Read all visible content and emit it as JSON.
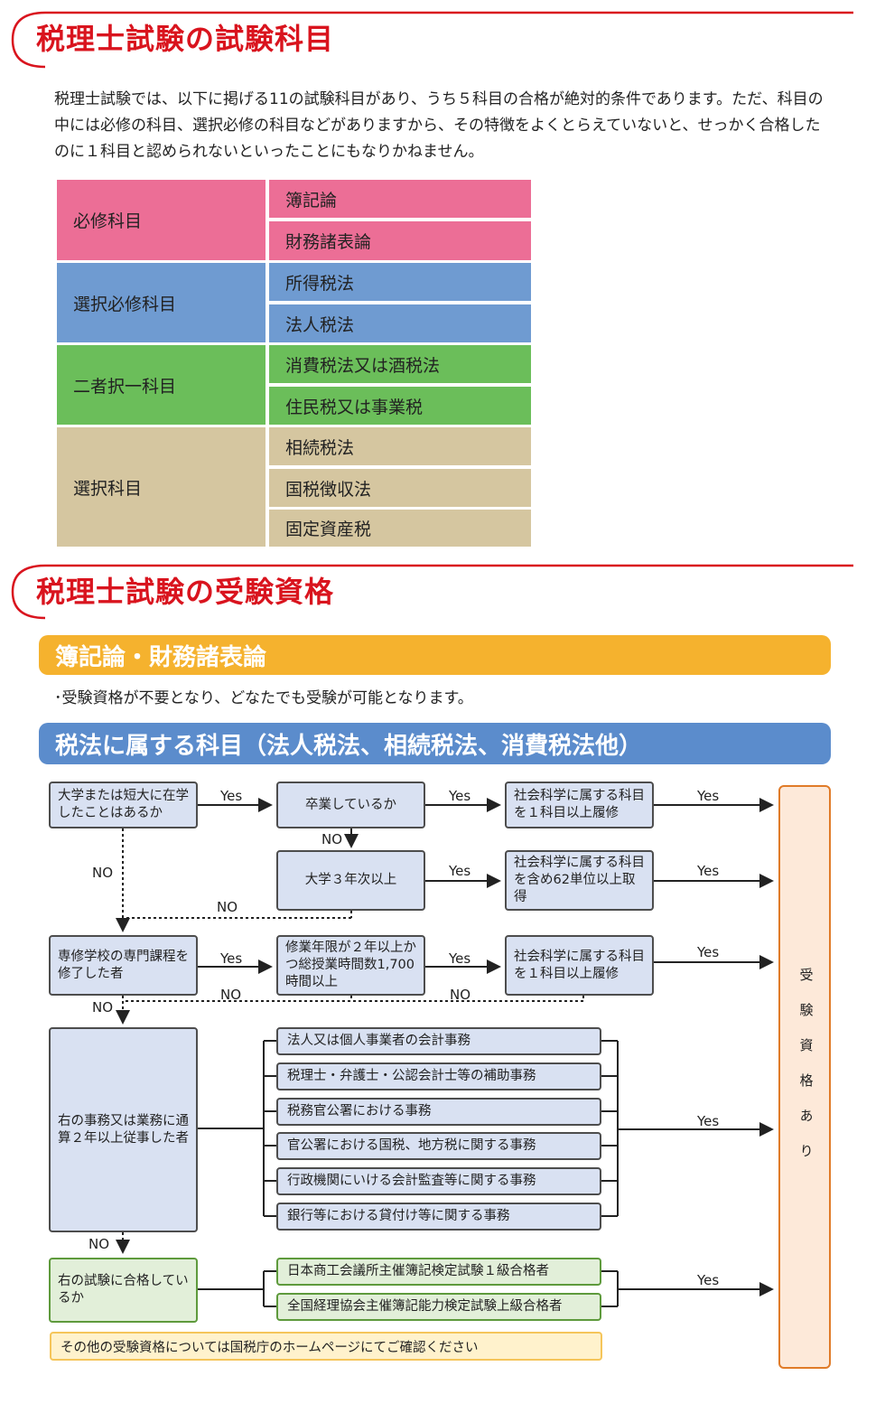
{
  "section1": {
    "title": "税理士試験の試験科目",
    "intro": "税理士試験では、以下に掲げる11の試験科目があり、うち５科目の合格が絶対的条件であります。ただ、科目の中には必修の科目、選択必修の科目などがありますから、その特徴をよくとらえていないと、せっかく合格したのに１科目と認められないといったことにもなりかねません。"
  },
  "subjects": [
    {
      "category": "必修科目",
      "color": "#ec6e96",
      "items": [
        "簿記論",
        "財務諸表論"
      ]
    },
    {
      "category": "選択必修科目",
      "color": "#6f9bd1",
      "items": [
        "所得税法",
        "法人税法"
      ]
    },
    {
      "category": "二者択一科目",
      "color": "#6bbe5a",
      "items": [
        "消費税法又は酒税法",
        "住民税又は事業税"
      ]
    },
    {
      "category": "選択科目",
      "color": "#d5c6a0",
      "items": [
        "相続税法",
        "国税徴収法",
        "固定資産税"
      ]
    }
  ],
  "section2": {
    "title": "税理士試験の受験資格",
    "bar1": "簿記論・財務諸表論",
    "bar1_color": "#f5b22e",
    "note1": "･受験資格が不要となり、どなたでも受験が可能となります。",
    "bar2": "税法に属する科目（法人税法、相続税法、消費税法他）",
    "bar2_color": "#5b8ccc"
  },
  "flow": {
    "q1": "大学または短大に在学したことはあるか",
    "q1b": "卒業しているか",
    "q1c": "社会科学に属する科目を１科目以上履修",
    "q1d": "大学３年次以上",
    "q1e": "社会科学に属する科目を含め62単位以上取得",
    "q2": "専修学校の専門課程を修了した者",
    "q2b": "修業年限が２年以上かつ総授業時間数1,700 時間以上",
    "q2c": "社会科学に属する科目を１科目以上履修",
    "q3": "右の事務又は業務に通算２年以上従事した者",
    "jobs": [
      "法人又は個人事業者の会計事務",
      "税理士・弁護士・公認会計士等の補助事務",
      "税務官公署における事務",
      "官公署における国税、地方税に関する事務",
      "行政機関にいける会計監査等に関する事務",
      "銀行等における貸付け等に関する事務"
    ],
    "q4": "右の試験に合格しているか",
    "exams": [
      "日本商工会議所主催簿記検定試験１級合格者",
      "全国経理協会主催簿記能力検定試験上級合格者"
    ],
    "yes": "Yes",
    "no": "NO",
    "result": "受験資格あり",
    "footnote": "その他の受験資格については国税庁のホームページにてご確認ください"
  }
}
